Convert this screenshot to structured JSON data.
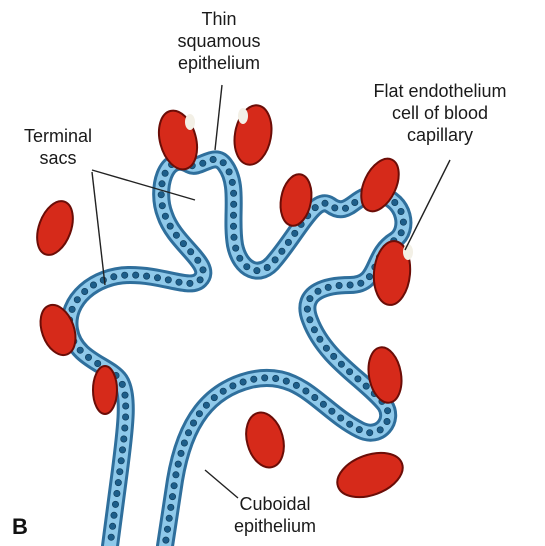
{
  "panel_letter": "B",
  "labels": {
    "squamous": [
      "Thin",
      "squamous",
      "epithelium"
    ],
    "terminal": [
      "Terminal",
      "sacs"
    ],
    "endothelium": [
      "Flat endothelium",
      "cell of blood",
      "capillary"
    ],
    "cuboidal": [
      "Cuboidal",
      "epithelium"
    ]
  },
  "colors": {
    "wall_outer": "#2f6f9c",
    "wall_fill": "#8fc9ea",
    "nucleus": "#1d5e8a",
    "capillary_fill": "#d62a1a",
    "capillary_edge": "#6b0d07",
    "endothelium_fill": "#f3f0e6"
  }
}
